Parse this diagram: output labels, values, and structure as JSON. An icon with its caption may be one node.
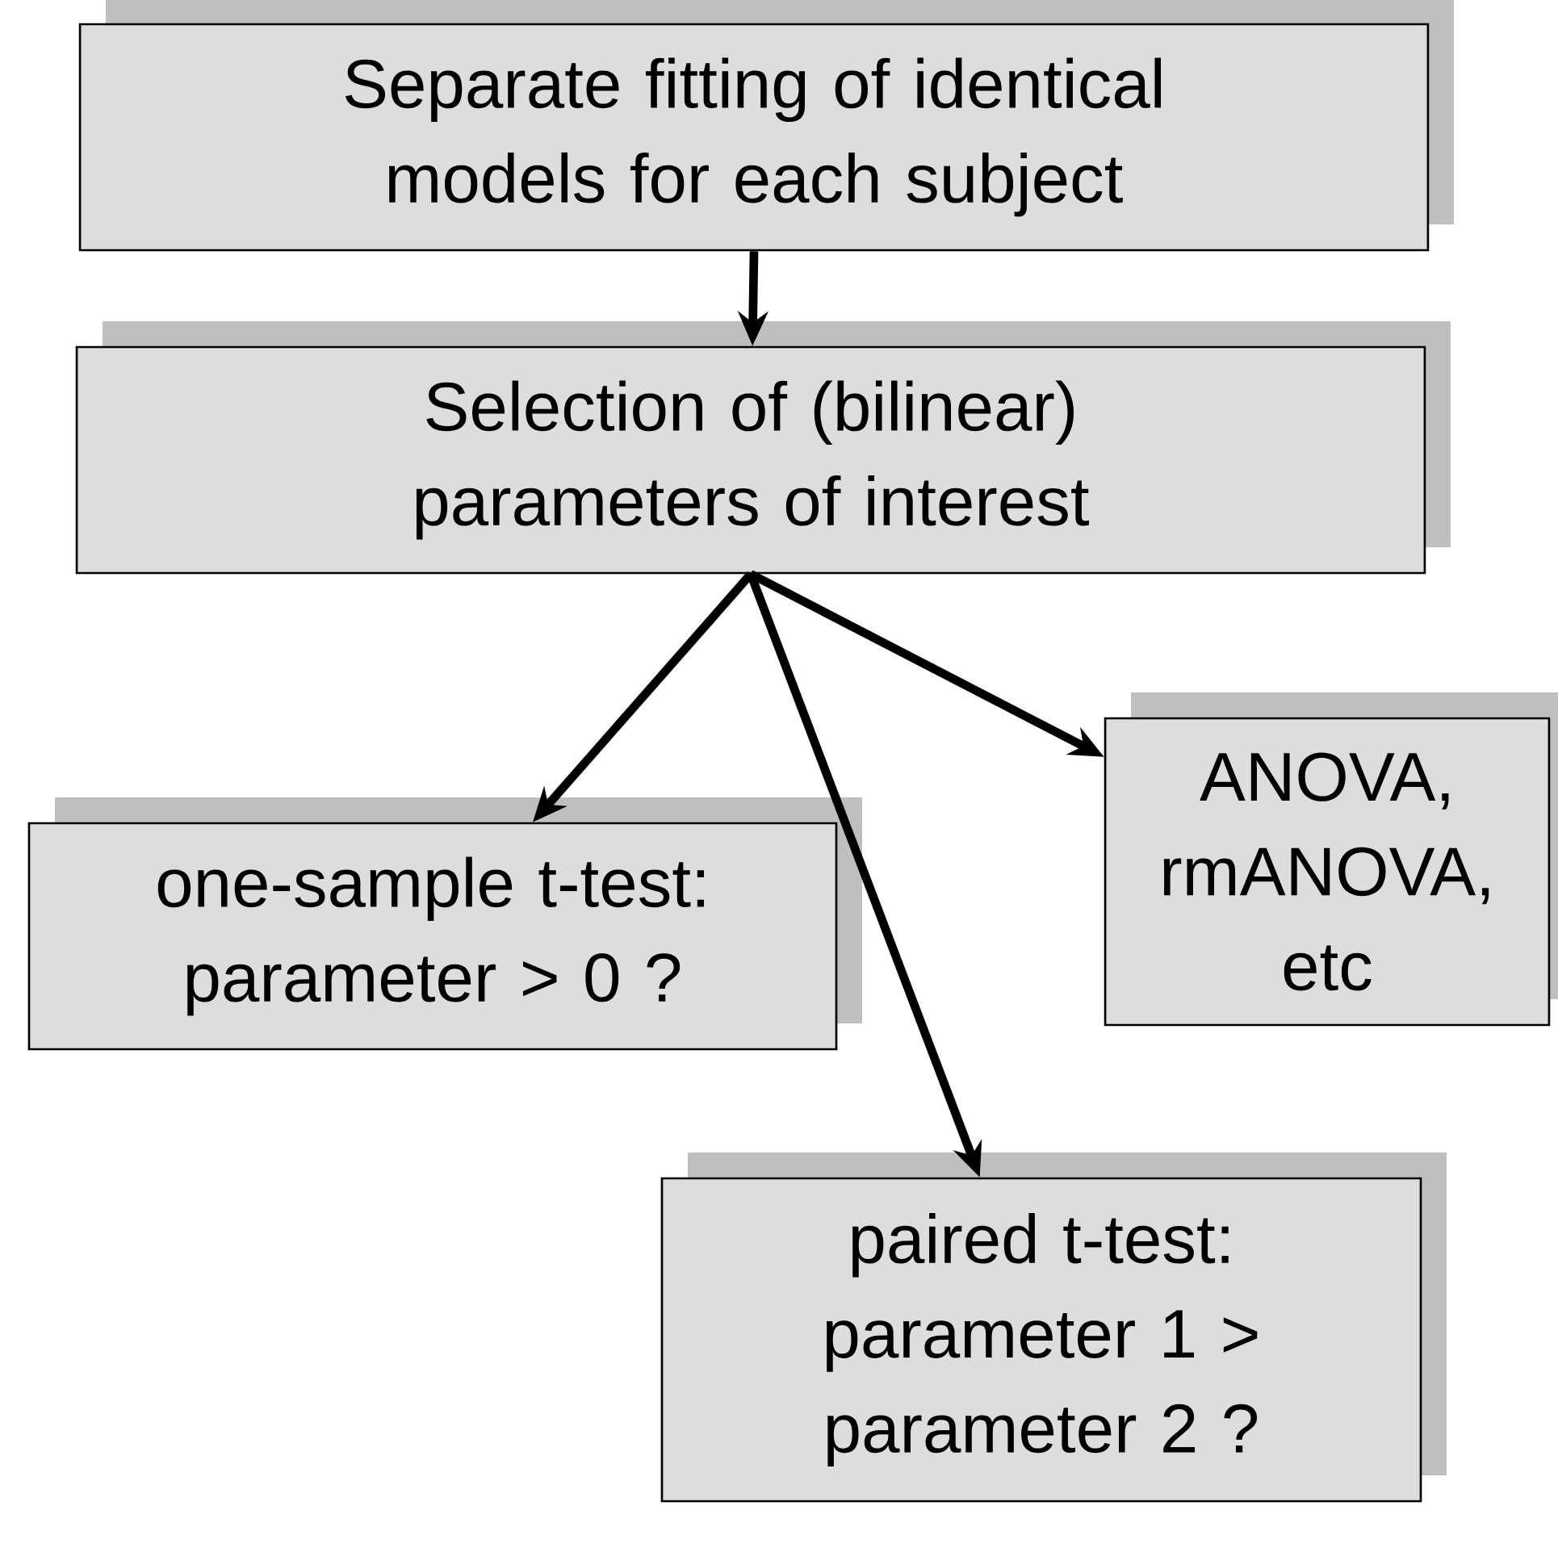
{
  "diagram": {
    "nodes": [
      {
        "text": [
          "Separate fitting of identical models for each subject"
        ]
      },
      {
        "text": [
          "Selection of (bilinear) parameters of interest"
        ]
      },
      {
        "text": [
          "ANOVA, rmANOVA, etc"
        ]
      },
      {
        "text": [
          "one-sample t-test: parameter > 0 ?"
        ]
      },
      {
        "text": [
          "paired t-test: parameter 1 > parameter 2 ?"
        ]
      }
    ],
    "edges": [
      {
        "from": 0,
        "to": 1,
        "arrow": "to"
      },
      {
        "from": 1,
        "to": 3,
        "arrow": "to"
      },
      {
        "from": 1,
        "to": 2,
        "arrow": "to"
      },
      {
        "from": 1,
        "to": 4,
        "arrow": "to"
      }
    ]
  }
}
